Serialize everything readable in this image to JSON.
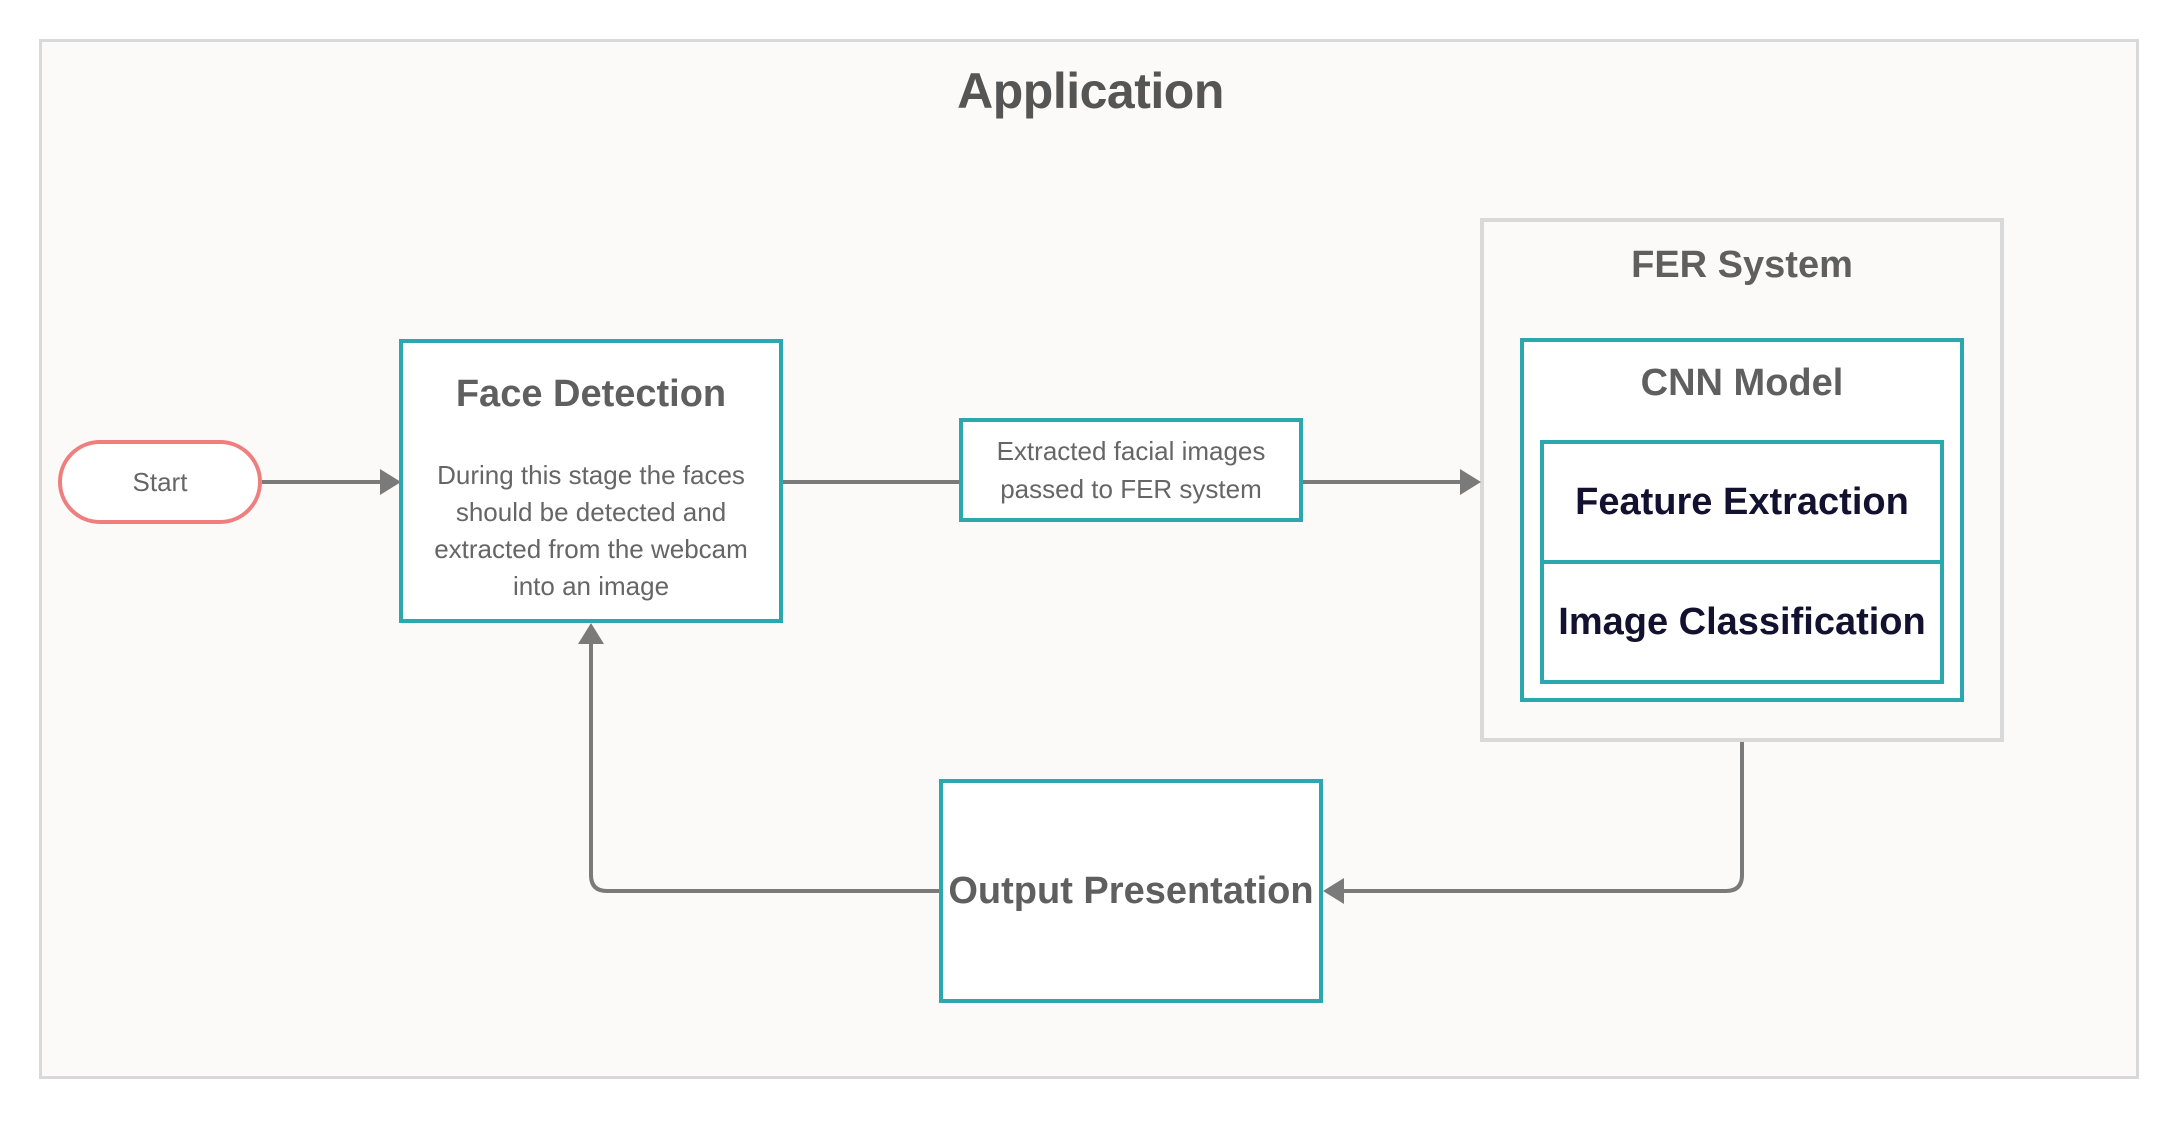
{
  "app": {
    "title": "Application"
  },
  "nodes": {
    "start": {
      "label": "Start"
    },
    "face_detection": {
      "title": "Face Detection",
      "description": "During this stage the faces should be detected and extracted from the webcam into an image"
    },
    "extracted": {
      "label": "Extracted facial images passed to FER system"
    },
    "fer_system": {
      "title": "FER System"
    },
    "cnn_model": {
      "title": "CNN Model"
    },
    "feature_extraction": {
      "label": "Feature Extraction"
    },
    "image_classification": {
      "label": "Image Classification"
    },
    "output_presentation": {
      "label": "Output Presentation"
    }
  },
  "colors": {
    "box_border": "#2aa8ad",
    "start_border": "#ef7f7f",
    "group_border": "#d9d9d9",
    "connector": "#7a7a7a",
    "background": "#fbfaf9"
  }
}
